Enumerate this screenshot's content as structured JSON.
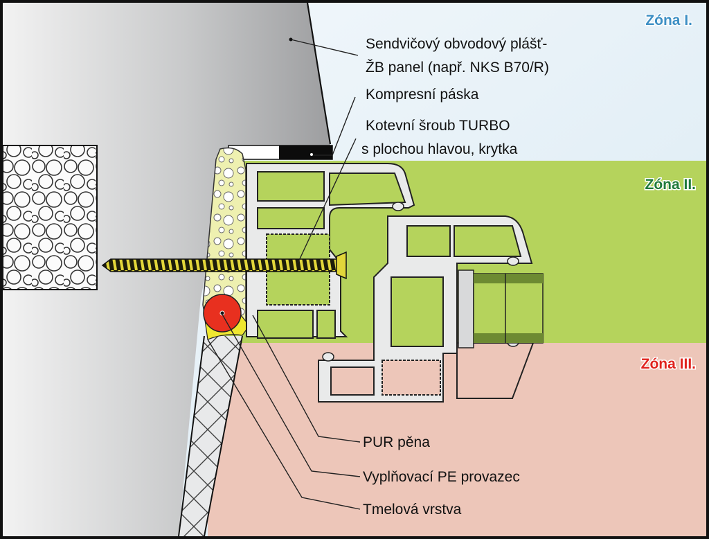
{
  "diagram": {
    "type": "cross-section",
    "subject": "Window frame anchoring detail in sandwich wall panel",
    "zones": [
      {
        "label": "Zóna I.",
        "color": "#3d8fc4",
        "background": "#e4f0f7"
      },
      {
        "label": "Zóna II.",
        "color": "#1f7a3a",
        "background": "#b5d35c"
      },
      {
        "label": "Zóna III.",
        "color": "#e0231e",
        "background": "#edc6b9"
      }
    ],
    "callouts": [
      {
        "id": "panel",
        "lines": [
          "Sendvičový obvodový plášť-",
          "ŽB panel (např. NKS B70/R)"
        ]
      },
      {
        "id": "tape",
        "lines": [
          "Kompresní páska"
        ]
      },
      {
        "id": "screw",
        "lines": [
          "Kotevní šroub TURBO",
          "s plochou hlavou, krytka"
        ]
      },
      {
        "id": "pur",
        "lines": [
          "PUR pěna"
        ]
      },
      {
        "id": "cord",
        "lines": [
          "Vyplňovací PE provazec"
        ]
      },
      {
        "id": "sealant",
        "lines": [
          "Tmelová vrstva"
        ]
      }
    ],
    "colors": {
      "wall": "#b8b9bb",
      "insulation": "#ffffff",
      "foam": "#eef0b0",
      "cord": "#e8301f",
      "sealant": "#f0e830",
      "profile": "#e9eaea",
      "screw": "#e2d63a",
      "glass": "#6d8a32"
    }
  }
}
